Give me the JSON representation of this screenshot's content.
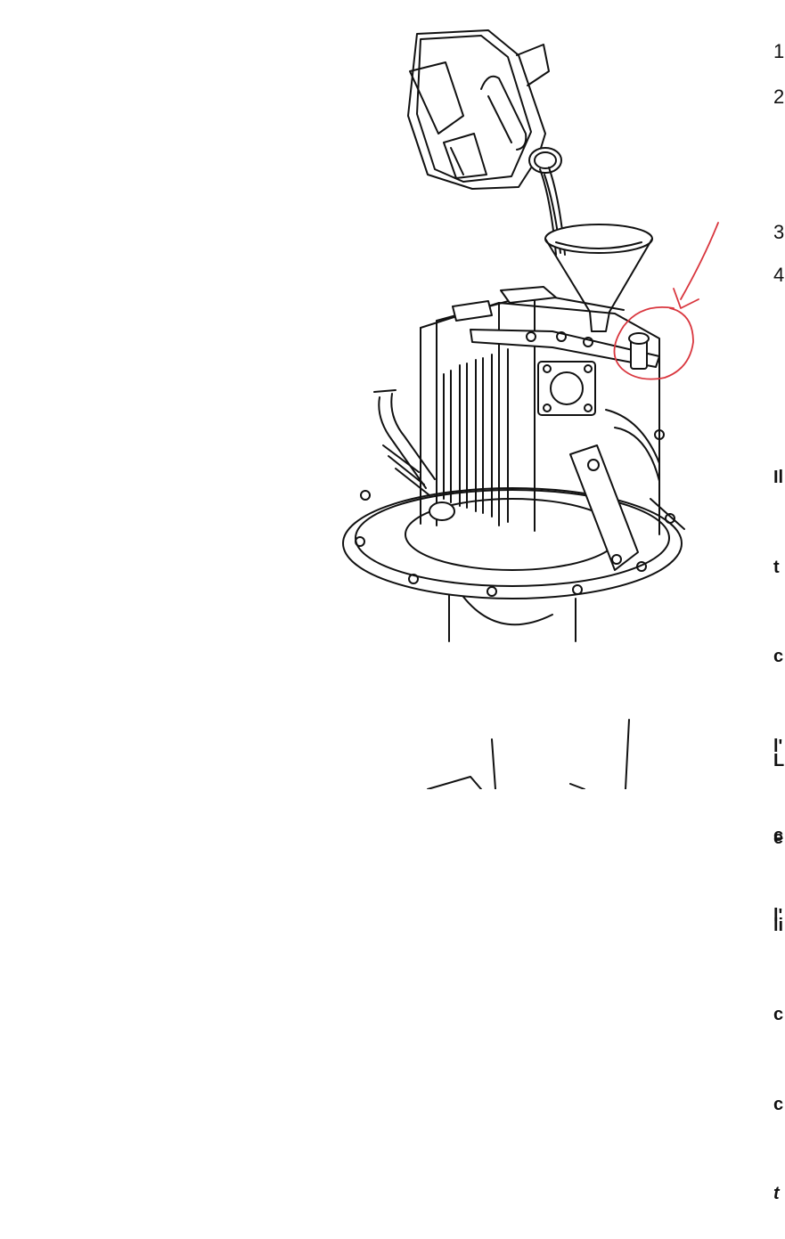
{
  "steps": [
    "1",
    "2",
    "3",
    "4"
  ],
  "paragraph_1_fragments": [
    "Il",
    "t",
    "c",
    "l'",
    "c",
    "li",
    "c",
    "c",
    "t"
  ],
  "paragraph_2_fragments": [
    "L",
    "e",
    "l'"
  ],
  "annotation_color": "#d9363e",
  "line_color": "#111111"
}
